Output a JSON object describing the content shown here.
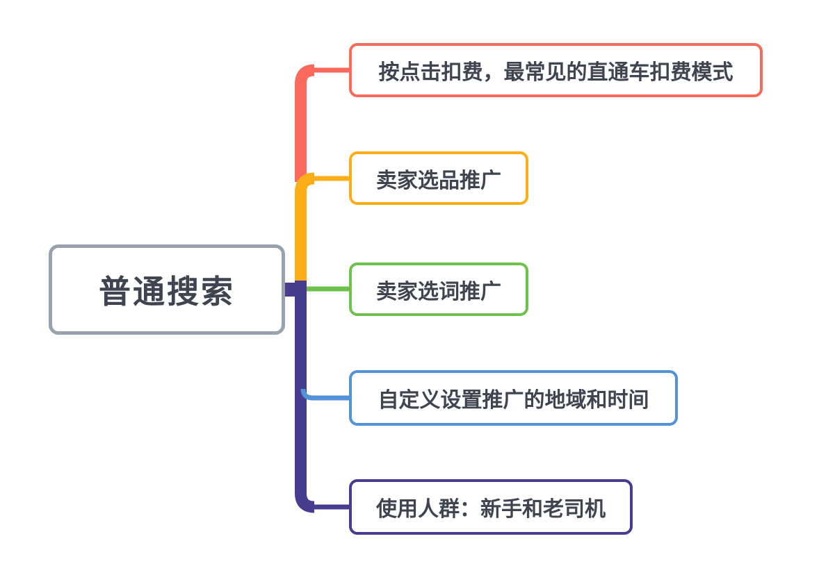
{
  "central": {
    "label": "普通搜索",
    "border_color": "#99A1AE",
    "text_color": "#3E4450",
    "connector_color": "#473D8F"
  },
  "branches": [
    {
      "label": "按点击扣费，最常见的直通车扣费模式",
      "color": "#F9695C"
    },
    {
      "label": "卖家选品推广",
      "color": "#FBAE17"
    },
    {
      "label": "卖家选词推广",
      "color": "#6EC14D"
    },
    {
      "label": "自定义设置推广的地域和时间",
      "color": "#5192D8"
    },
    {
      "label": "使用人群：新手和老司机",
      "color": "#473D8F"
    }
  ],
  "canvas": {
    "background": "#FFFFFF",
    "node_background": "#FFFFFF",
    "text_color": "#3E4450"
  }
}
